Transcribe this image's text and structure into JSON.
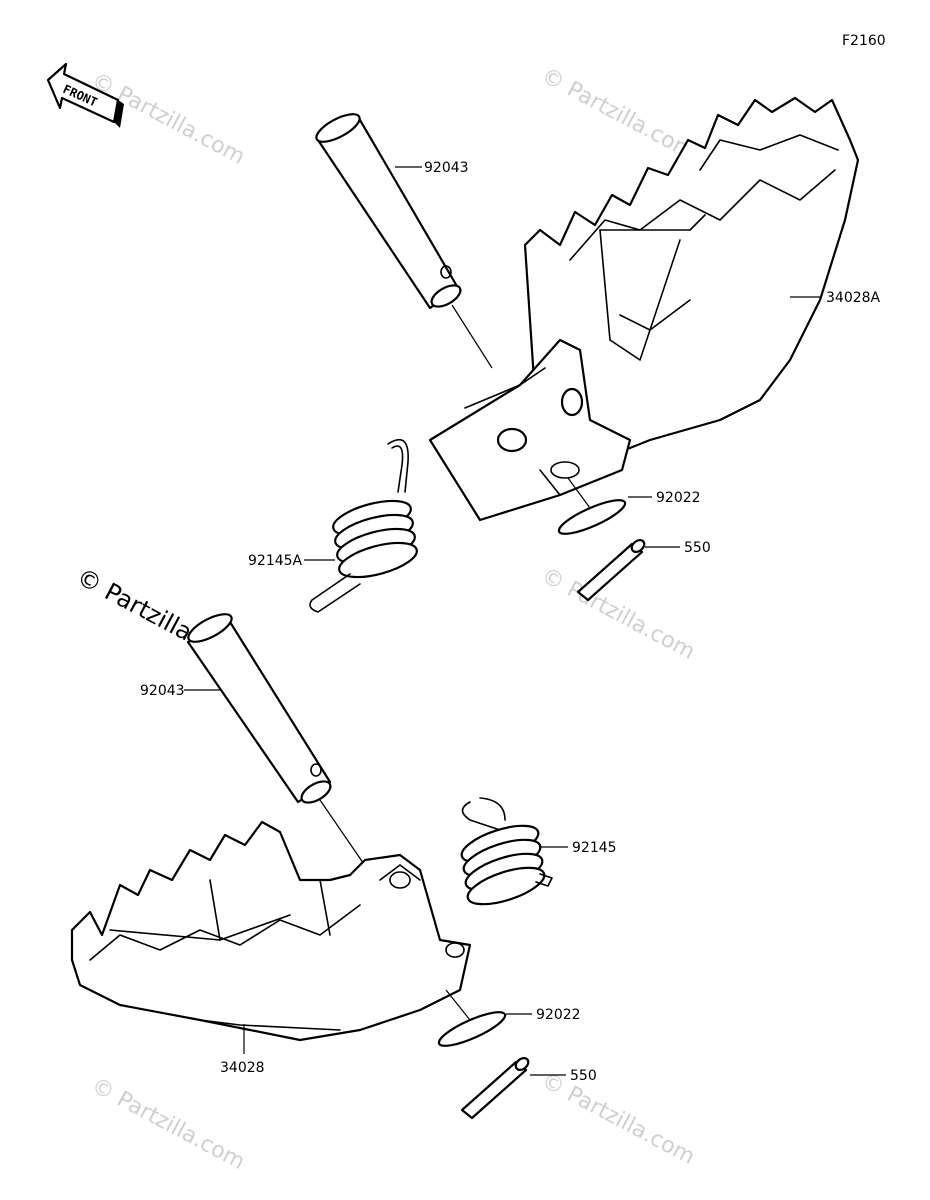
{
  "diagram_code": "F2160",
  "front_label": "FRONT",
  "watermark": "© Partzilla.com",
  "watermark_prominent": "© Partzilla.com",
  "parts": {
    "pin_upper": "92043",
    "footpeg_left": "34028A",
    "washer_upper": "92022",
    "cotter_upper": "550",
    "spring_left": "92145A",
    "pin_lower": "92043",
    "spring_right": "92145",
    "washer_lower": "92022",
    "cotter_lower": "550",
    "footpeg_right": "34028"
  }
}
